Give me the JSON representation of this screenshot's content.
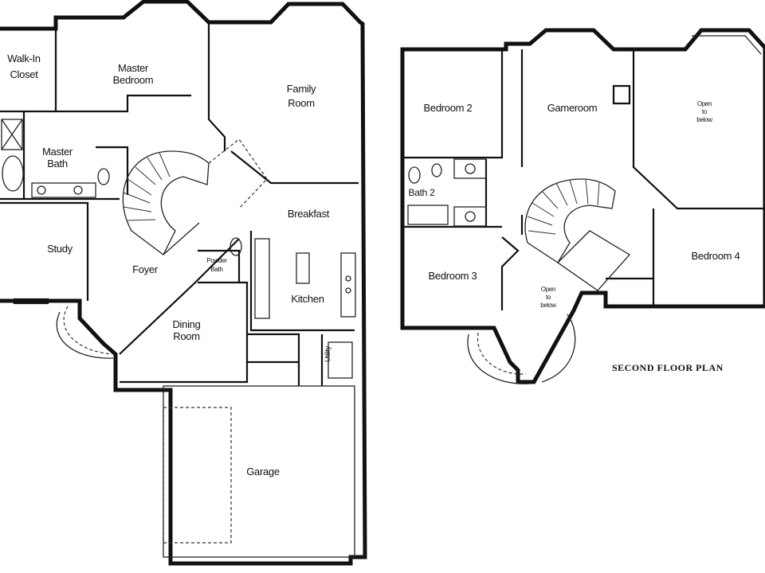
{
  "first_floor": {
    "rooms": {
      "walk_in_closet": [
        "Walk-In",
        "Closet"
      ],
      "master_bedroom": [
        "Master",
        "Bedroom"
      ],
      "family_room": [
        "Family",
        "Room"
      ],
      "master_bath": [
        "Master",
        "Bath"
      ],
      "breakfast": "Breakfast",
      "study": "Study",
      "foyer": "Foyer",
      "powder_bath": [
        "Powder",
        "Bath"
      ],
      "kitchen": "Kitchen",
      "dining_room": [
        "Dining",
        "Room"
      ],
      "utility": "Utility",
      "garage": "Garage"
    }
  },
  "second_floor": {
    "title": "SECOND FLOOR PLAN",
    "rooms": {
      "bedroom_2": "Bedroom 2",
      "gameroom": "Gameroom",
      "open_to_below_upper": [
        "Open",
        "to",
        "below"
      ],
      "bath_2": "Bath 2",
      "bedroom_3": "Bedroom 3",
      "open_to_below_lower": [
        "Open",
        "to",
        "below"
      ],
      "bedroom_4": "Bedroom 4"
    }
  },
  "colors": {
    "ink": "#111111",
    "paper": "#ffffff"
  }
}
